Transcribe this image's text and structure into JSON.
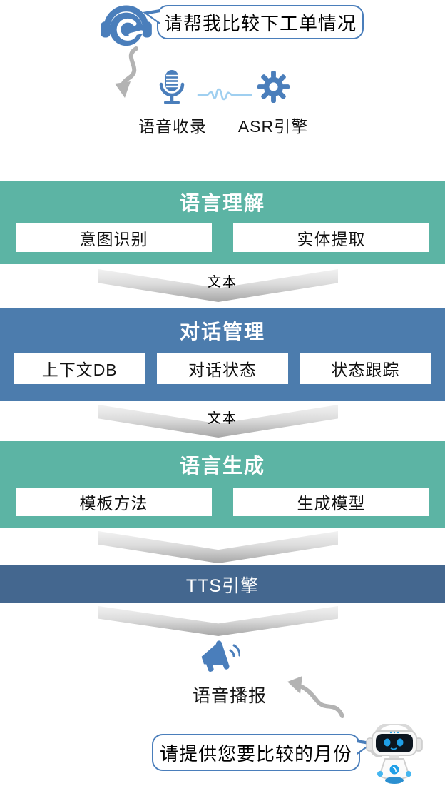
{
  "user_query": {
    "bubble_text": "请帮我比较下工单情况"
  },
  "capture": {
    "mic_label": "语音收录",
    "asr_label": "ASR引擎"
  },
  "blocks": [
    {
      "title": "语言理解",
      "items": [
        "意图识别",
        "实体提取"
      ]
    },
    {
      "title": "对话管理",
      "items": [
        "上下文DB",
        "对话状态",
        "状态跟踪"
      ]
    },
    {
      "title": "语言生成",
      "items": [
        "模板方法",
        "生成模型"
      ]
    },
    {
      "title": "TTS引擎",
      "items": []
    }
  ],
  "connectors": [
    {
      "label": "文本"
    },
    {
      "label": "文本"
    },
    {
      "label": ""
    },
    {
      "label": ""
    }
  ],
  "broadcast": {
    "speaker_label": "语音播报"
  },
  "bot_reply": {
    "bubble_text": "请提供您要比较的月份"
  },
  "icons": {
    "headset": "headset-icon",
    "microphone": "microphone-icon",
    "waveform": "waveform-icon",
    "gear": "gear-icon",
    "megaphone": "megaphone-icon",
    "robot": "robot-icon",
    "down_arrow": "curved-down-arrow-icon",
    "up_arrow": "curved-up-arrow-icon"
  },
  "colors": {
    "teal": "#5cb4a4",
    "blue": "#4c7cad",
    "dark_blue": "#44678f",
    "icon_blue": "#4a7ebb",
    "wave_blue": "#9fcff0",
    "arrow_gray": "#b3b3b3",
    "bubble_border": "#4a7ebb"
  }
}
